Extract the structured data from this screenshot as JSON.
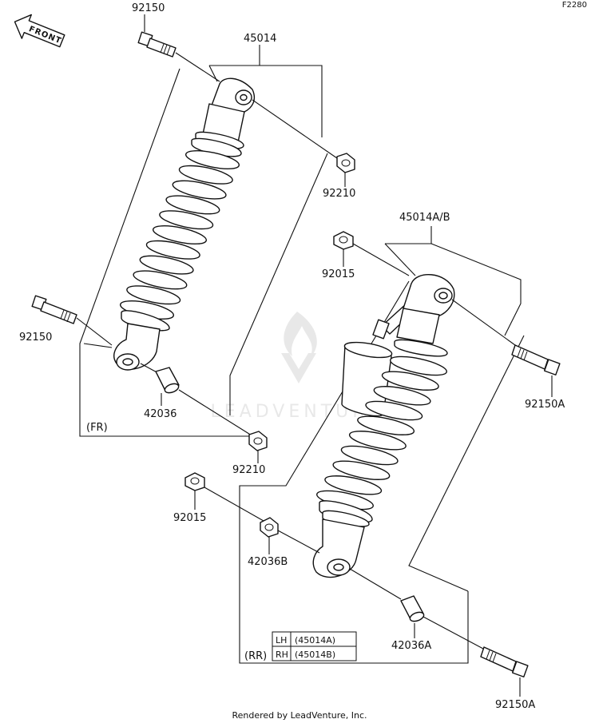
{
  "figure_code": "F2280",
  "front_label": "FRONT",
  "watermark": "LEADVENTURE",
  "footer": "Rendered by LeadVenture, Inc.",
  "labels": {
    "bolt_top": "92150",
    "shock_front": "45014",
    "nut_top": "92210",
    "bolt_mid": "92150",
    "collar_front": "42036",
    "fr_tag": "(FR)",
    "nut_bottom": "92210",
    "shock_rear": "45014A/B",
    "washer_top": "92015",
    "bolt_rear_top": "92150A",
    "washer_bottom": "92015",
    "collar_rear_b": "42036B",
    "collar_rear_a": "42036A",
    "rr_tag": "(RR)",
    "bolt_rear_bottom": "92150A"
  },
  "variant_table": [
    {
      "side": "LH",
      "part": "(45014A)"
    },
    {
      "side": "RH",
      "part": "(45014B)"
    }
  ]
}
